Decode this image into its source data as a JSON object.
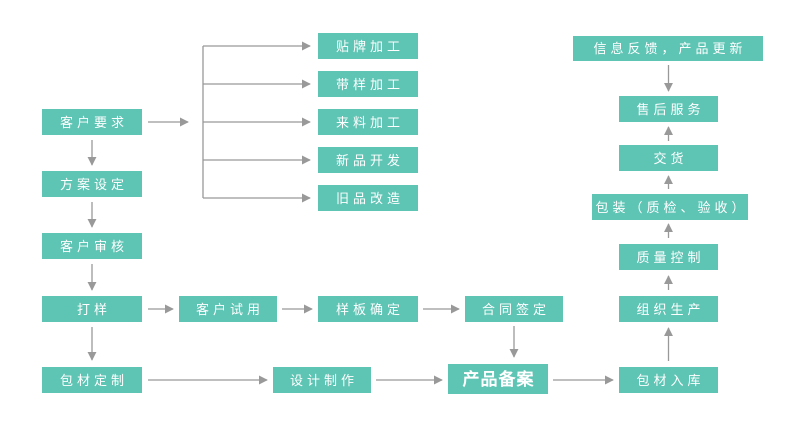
{
  "colors": {
    "accent": "#5ec4b4",
    "arrow": "#999999",
    "background": "#ffffff",
    "node-text": "#ffffff"
  },
  "nodes": {
    "customer_requirements": {
      "label": "客户要求"
    },
    "plan_setting": {
      "label": "方案设定"
    },
    "customer_review": {
      "label": "客户审核"
    },
    "sampling": {
      "label": "打样"
    },
    "packaging_material_customization": {
      "label": "包材定制"
    },
    "oem_processing": {
      "label": "贴牌加工"
    },
    "sample_based_processing": {
      "label": "带样加工"
    },
    "incoming_material_processing": {
      "label": "来料加工"
    },
    "new_product_development": {
      "label": "新品开发"
    },
    "old_product_renovation": {
      "label": "旧品改造"
    },
    "customer_trial": {
      "label": "客户试用"
    },
    "sample_confirmation": {
      "label": "样板确定"
    },
    "contract_signing": {
      "label": "合同签定"
    },
    "design_production": {
      "label": "设计制作"
    },
    "product_registration": {
      "label": "产品备案"
    },
    "packaging_material_warehousing": {
      "label": "包材入库"
    },
    "production_organization": {
      "label": "组织生产"
    },
    "quality_control": {
      "label": "质量控制"
    },
    "packaging_inspection": {
      "label": "包装（质检、验收）"
    },
    "delivery": {
      "label": "交货"
    },
    "after_sales_service": {
      "label": "售后服务"
    },
    "info_feedback_product_update": {
      "label": "信息反馈，产品更新"
    }
  },
  "edges": [
    {
      "from": "customer_requirements",
      "to": "plan_setting"
    },
    {
      "from": "plan_setting",
      "to": "customer_review"
    },
    {
      "from": "customer_review",
      "to": "sampling"
    },
    {
      "from": "sampling",
      "to": "packaging_material_customization"
    },
    {
      "from": "customer_requirements",
      "to": "oem_processing"
    },
    {
      "from": "customer_requirements",
      "to": "sample_based_processing"
    },
    {
      "from": "customer_requirements",
      "to": "incoming_material_processing"
    },
    {
      "from": "customer_requirements",
      "to": "new_product_development"
    },
    {
      "from": "customer_requirements",
      "to": "old_product_renovation"
    },
    {
      "from": "sampling",
      "to": "customer_trial"
    },
    {
      "from": "customer_trial",
      "to": "sample_confirmation"
    },
    {
      "from": "sample_confirmation",
      "to": "contract_signing"
    },
    {
      "from": "contract_signing",
      "to": "product_registration"
    },
    {
      "from": "packaging_material_customization",
      "to": "design_production"
    },
    {
      "from": "design_production",
      "to": "product_registration"
    },
    {
      "from": "product_registration",
      "to": "packaging_material_warehousing"
    },
    {
      "from": "packaging_material_warehousing",
      "to": "production_organization"
    },
    {
      "from": "production_organization",
      "to": "quality_control"
    },
    {
      "from": "quality_control",
      "to": "packaging_inspection"
    },
    {
      "from": "packaging_inspection",
      "to": "delivery"
    },
    {
      "from": "delivery",
      "to": "after_sales_service"
    },
    {
      "from": "info_feedback_product_update",
      "to": "after_sales_service"
    }
  ]
}
